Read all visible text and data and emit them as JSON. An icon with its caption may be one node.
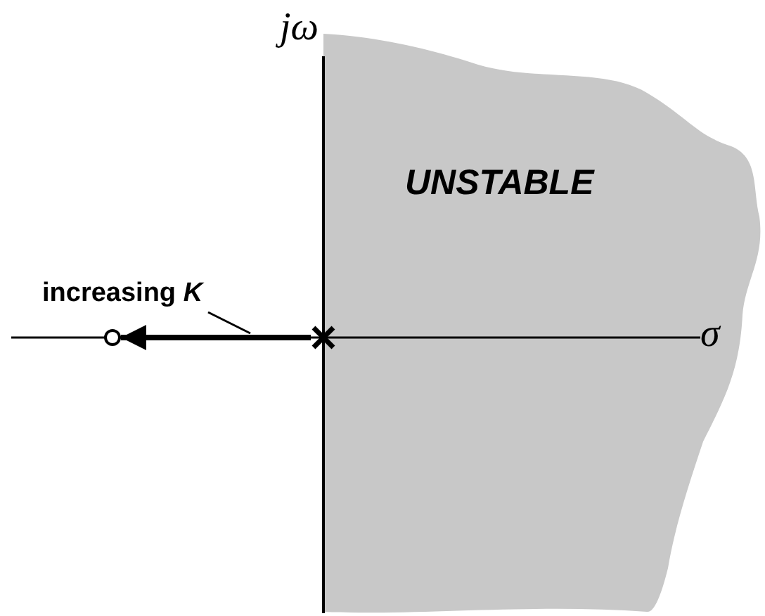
{
  "diagram": {
    "nodes": [
      {
        "text": [
          "UNSTABLE"
        ]
      },
      {
        "text": [
          "increasing *K*"
        ]
      },
      {
        "text": [],
        "shape": "cross"
      },
      {
        "text": [],
        "shape": "circle"
      }
    ],
    "edges": [
      {
        "from": 2,
        "to": 3,
        "arrow": "to",
        "style": "thick"
      },
      {
        "from": 1,
        "to": null,
        "arrow": "none"
      }
    ],
    "labels": [
      "jω",
      "σ"
    ]
  }
}
